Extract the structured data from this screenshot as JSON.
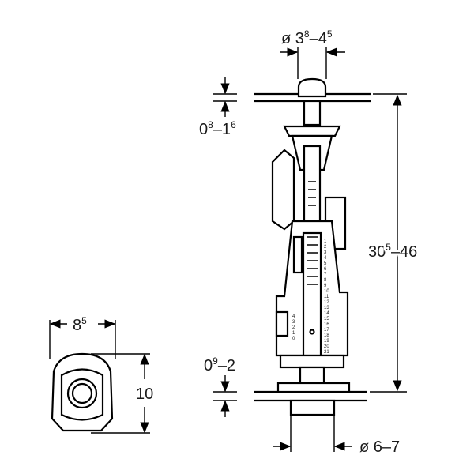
{
  "dimensions": {
    "top_diameter": {
      "prefix": "ø 3",
      "sup1": "8",
      "mid": "–4",
      "sup2": "5"
    },
    "plate_thickness_top": {
      "prefix": "0",
      "sup1": "8",
      "mid": "–1",
      "sup2": "6"
    },
    "height": {
      "prefix": "30",
      "sup1": "5",
      "mid": "–46"
    },
    "plate_thickness_bottom": {
      "prefix": "0",
      "sup1": "9",
      "mid": "–2"
    },
    "bottom_diameter": {
      "text": "ø 6–7"
    },
    "side_width": {
      "prefix": "8",
      "sup1": "5"
    },
    "side_height": {
      "text": "10"
    }
  },
  "scale_right": [
    "1",
    "2",
    "3",
    "4",
    "5",
    "6",
    "7",
    "8",
    "9",
    "10",
    "11",
    "12",
    "13",
    "14",
    "15",
    "16",
    "17",
    "18",
    "19",
    "20",
    "21"
  ],
  "scale_left": [
    "4",
    "3",
    "2",
    "1",
    "0"
  ]
}
